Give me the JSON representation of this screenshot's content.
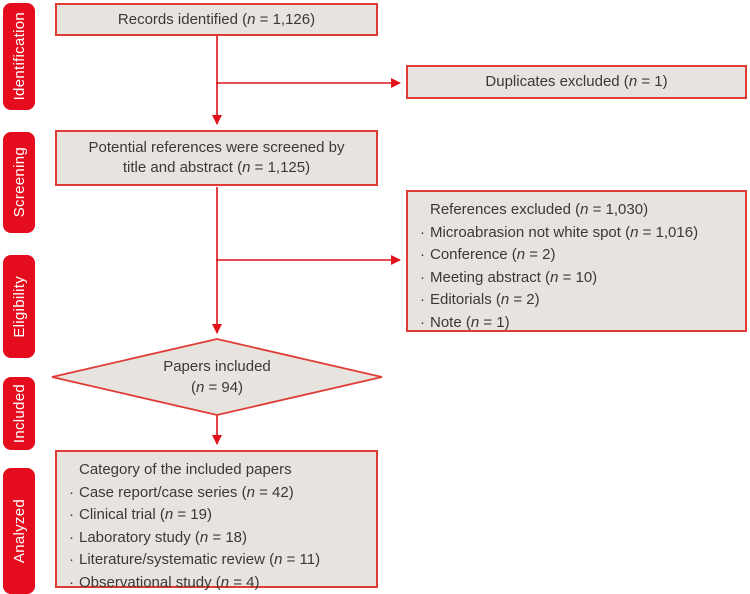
{
  "ui": {
    "bullet_char": "·",
    "colors": {
      "stage_red": "#e50d1d",
      "arrow_red": "#e1131d",
      "border_red": "#e13b36",
      "box_fill": "#e7e4df",
      "text_dark": "#3c3834",
      "label_white": "#ffffff"
    }
  },
  "sidebar": {
    "stages": [
      "Identification",
      "Screening",
      "Eligibility",
      "Included",
      "Analyzed"
    ]
  },
  "flow": {
    "records": {
      "text": "Records identified (n = 1,126)"
    },
    "duplicates": {
      "text": "Duplicates excluded (n = 1)"
    },
    "screened": {
      "text": "Potential references were screened by title and abstract (n = 1,125)"
    },
    "excluded": {
      "title": "References excluded (n = 1,030)",
      "items": [
        "Microabrasion not white spot (n = 1,016)",
        "Conference (n = 2)",
        "Meeting abstract (n = 10)",
        "Editorials (n = 2)",
        "Note (n = 1)"
      ]
    },
    "included": {
      "line1": "Papers included",
      "line2": "(n = 94)"
    },
    "category": {
      "title": "Category of the included papers",
      "items": [
        "Case report/case series (n = 42)",
        "Clinical trial (n = 19)",
        "Laboratory study (n = 18)",
        "Literature/systematic review (n = 11)",
        "Observational study (n = 4)"
      ]
    }
  }
}
